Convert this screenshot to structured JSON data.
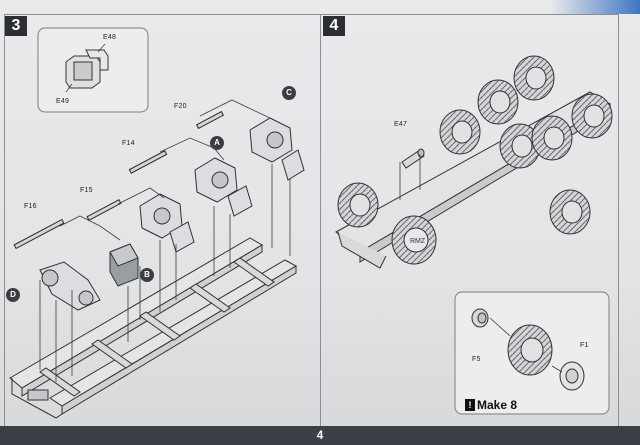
{
  "page": {
    "number": "4"
  },
  "step3": {
    "number": "3",
    "parts": {
      "e48": "E48",
      "e49": "E49",
      "f20": "F20",
      "f14": "F14",
      "f15": "F15",
      "f16": "F16"
    },
    "callouts": {
      "a": "A",
      "b": "B",
      "c": "C",
      "d": "D"
    }
  },
  "step4": {
    "number": "4",
    "parts": {
      "e47": "E47",
      "f5": "F5",
      "f1": "F1"
    },
    "make": {
      "icon": "!",
      "label": "Make 8"
    }
  },
  "colors": {
    "step_box": "#2b2e33",
    "paper": "#e6e7e9",
    "footer": "#3b4046",
    "accent_blue": "#3f76c4"
  }
}
